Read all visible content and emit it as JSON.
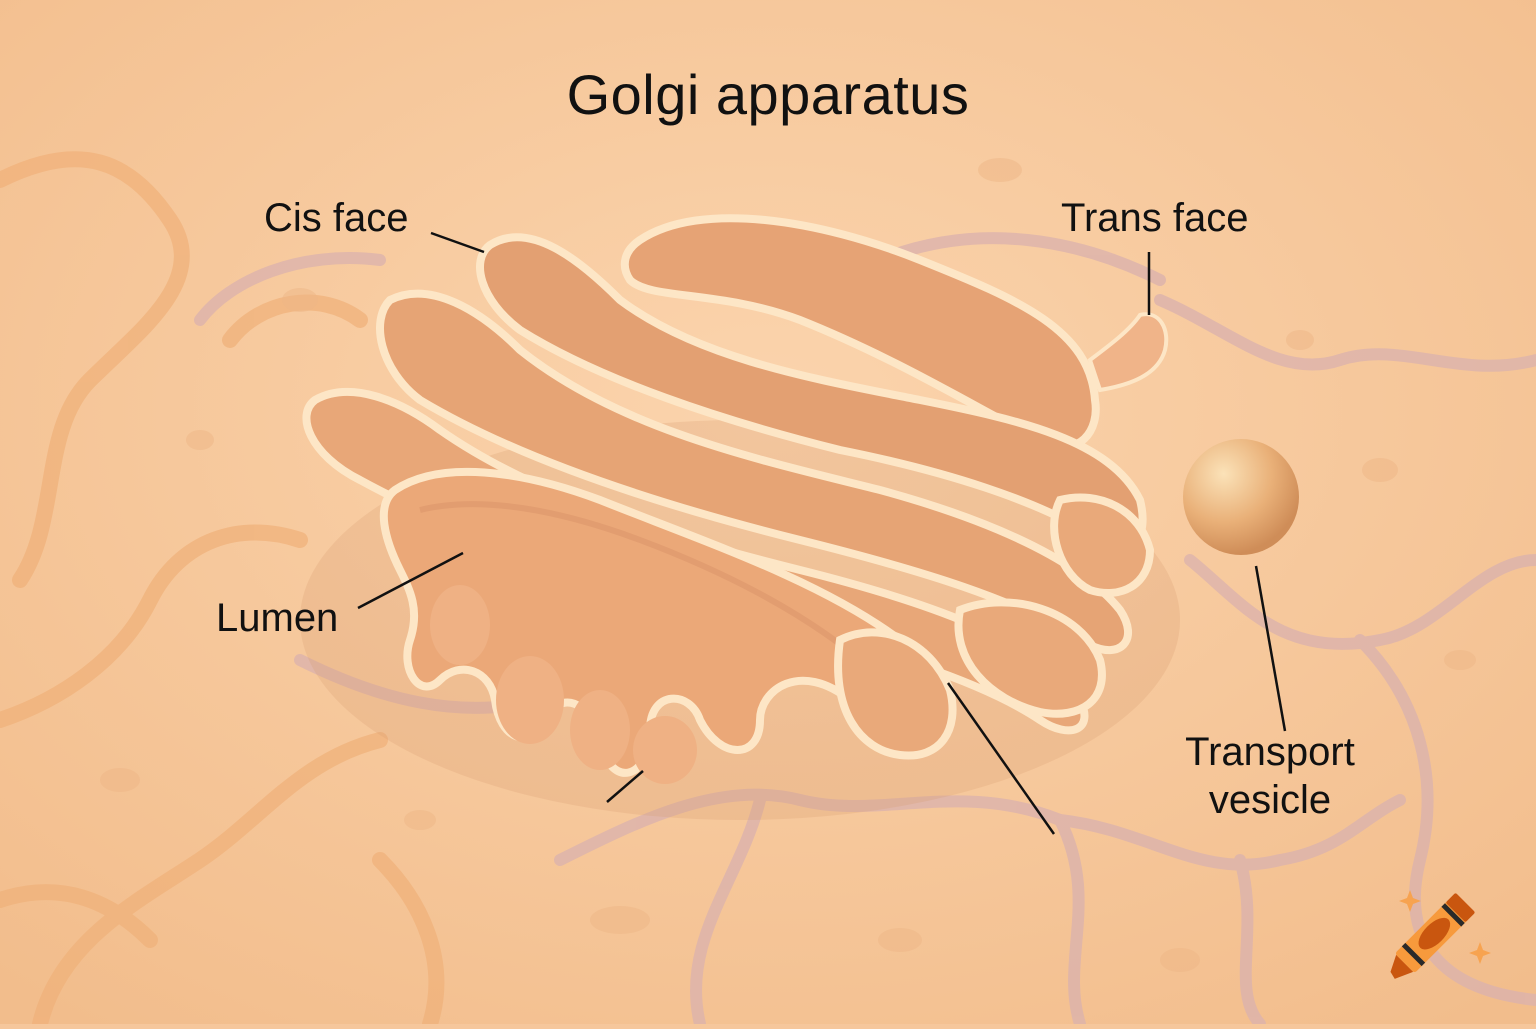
{
  "diagram": {
    "title": "Golgi apparatus",
    "labels": {
      "cis_face": "Cis face",
      "trans_face": "Trans face",
      "lumen": "Lumen",
      "transport_vesicle_line1": "Transport",
      "transport_vesicle_line2": "vesicle"
    },
    "structures": [
      "cisternae-stack",
      "transport-vesicle",
      "cell-membrane-network",
      "budding-vesicle"
    ],
    "unlabeled_leader_lines": 2
  },
  "colors": {
    "background": "#f6c79c",
    "organelle": "#eba878",
    "organelle_rim": "#fde6c6",
    "organelle_inner": "#d9926a",
    "vesicle": "#eab47c",
    "membrane_network": "#d8b0aa",
    "text": "#111111",
    "crayon_body": "#f79a3c",
    "crayon_dark": "#c9560f",
    "crayon_band": "#2a2a2a"
  },
  "logo": {
    "icon": "crayon-icon"
  }
}
